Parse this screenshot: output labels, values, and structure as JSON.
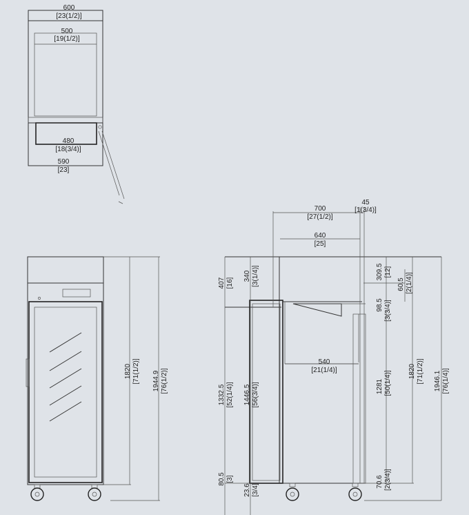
{
  "colors": {
    "background": "#dfe3e8",
    "line": "#333333",
    "text": "#222222"
  },
  "icons": {
    "caster_wheel": "caster-wheel-icon",
    "glass_reflection": "glass-reflection-icon"
  },
  "top_view": {
    "outer_width": "600",
    "outer_width_in": "[23(1/2)]",
    "inner_width": "500",
    "inner_width_in": "[19(1/2)]",
    "door_width": "480",
    "door_width_in": "[18(3/4)]",
    "overall_width": "590",
    "overall_width_in": "[23]"
  },
  "front_view": {
    "height_body": "1820",
    "height_body_in": "[71(1/2)]",
    "height_total": "1944.9",
    "height_total_in": "[76(1/2)]"
  },
  "side_view": {
    "depth_total": "700",
    "depth_total_in": "[27(1/2)]",
    "handle": "45",
    "handle_in": "[1(3/4)]",
    "depth_inner": "640",
    "depth_inner_in": "[25]",
    "top_panel": "407",
    "top_panel_in": "[16]",
    "top_inner": "340",
    "top_inner_in": "[3(1/4)]",
    "top_right": "309.5",
    "top_right_in": "[12]",
    "top_right2": "60.5",
    "top_right2_in": "[2(1/4)]",
    "shelf_gap": "98.5",
    "shelf_gap_in": "[3(3/4)]",
    "shelf_depth": "540",
    "shelf_depth_in": "[21(1/4)]",
    "door_h": "1332.5",
    "door_h_in": "[52(1/4)]",
    "inner_h": "1446.5",
    "inner_h_in": "[56(3/4)]",
    "cab_h": "1281",
    "cab_h_in": "[50(1/4)]",
    "body_h": "1820",
    "body_h_in": "[71(1/2)]",
    "total_h": "1946.1",
    "total_h_in": "[76(1/4)]",
    "bottom": "80.5",
    "bottom_in": "[3]",
    "foot": "23.6",
    "foot_in": "[3/4]",
    "foot_right": "70.6",
    "foot_right_in": "[2(3/4)]"
  }
}
